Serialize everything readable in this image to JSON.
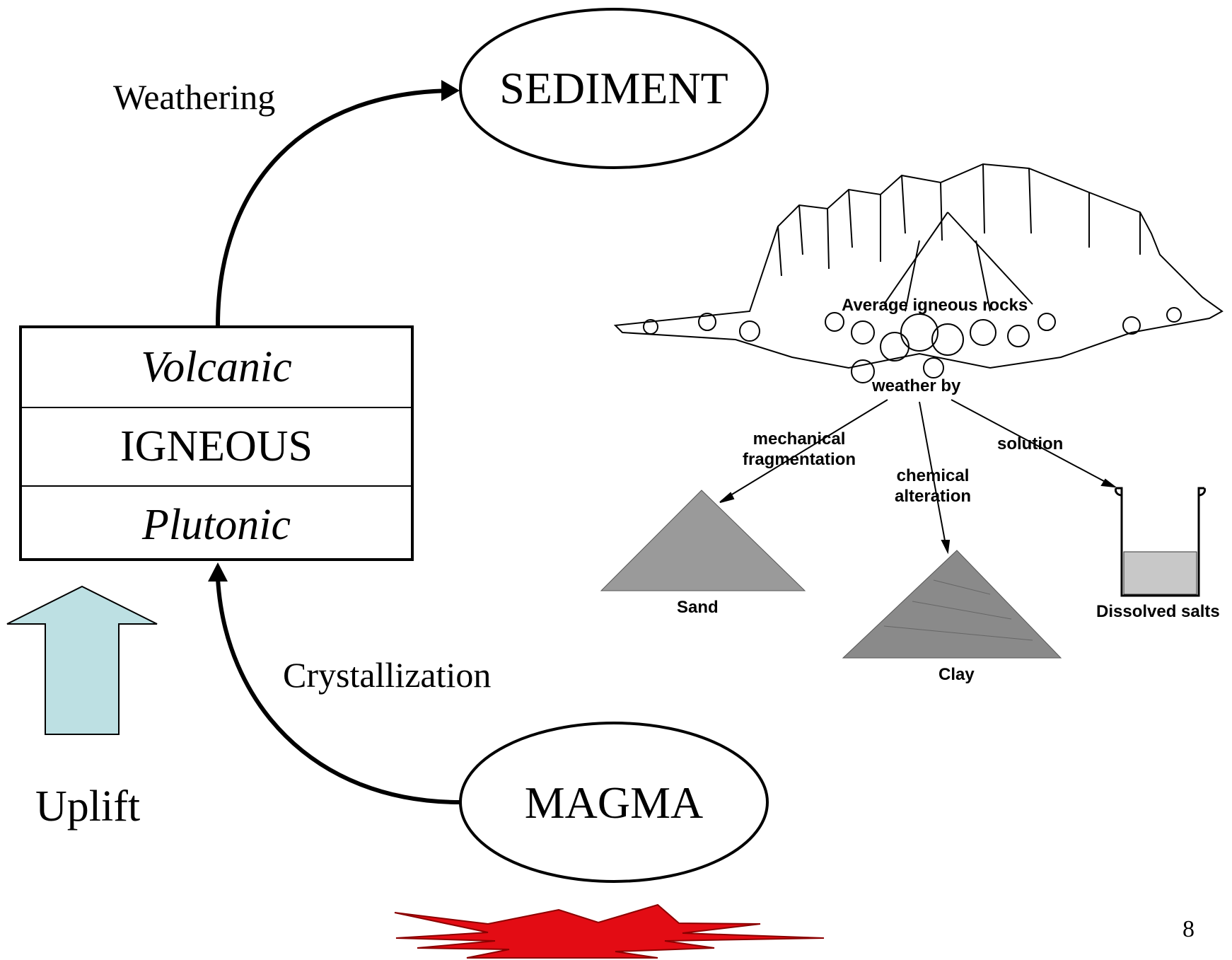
{
  "cycle": {
    "sediment": "SEDIMENT",
    "magma": "MAGMA",
    "weathering": "Weathering",
    "crystallization": "Crystallization",
    "uplift": "Uplift"
  },
  "igneous_box": {
    "top": "Volcanic",
    "middle": "IGNEOUS",
    "bottom": "Plutonic"
  },
  "illustration": {
    "source": "Average igneous rocks",
    "process": "weather by",
    "branches": [
      "mechanical fragmentation",
      "chemical alteration",
      "solution"
    ],
    "branch_lines": [
      [
        "mechanical",
        "fragmentation"
      ],
      [
        "chemical",
        "alteration"
      ],
      [
        "solution"
      ]
    ],
    "products": [
      "Sand",
      "Clay",
      "Dissolved salts"
    ]
  },
  "page_number": "8",
  "colors": {
    "uplift_arrow": "#bde0e3",
    "heat_burst": "#e30c14",
    "stroke": "#000000"
  }
}
